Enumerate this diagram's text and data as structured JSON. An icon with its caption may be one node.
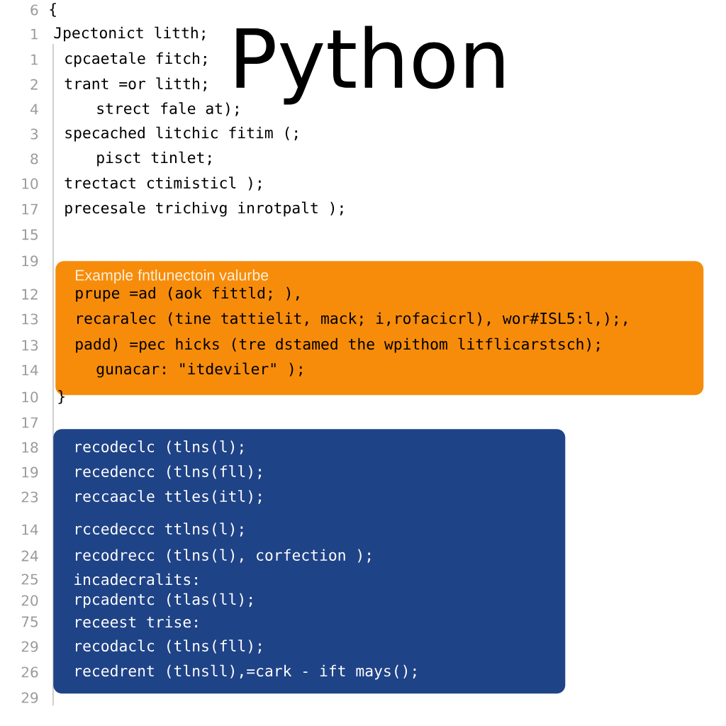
{
  "diagram": {
    "title": "Python",
    "nodes": [
      {
        "text": [
          "Example fntlunectoin valurbe",
          "prupe =ad (aok fittld; ),",
          "recaralec (tine tattielit, mack; i,rofacicrl), wor#ISL5:l,);,",
          "padd) =pec hicks (tre dstamed the wpithom litflicarstsch);",
          "gunacar: \"itdeviler\" );"
        ]
      },
      {
        "text": [
          "recodeclc (tlns(l);",
          "recedencc (tlns(fll);",
          "reccaacle ttles(itl);",
          "rccedeccc ttlns(l);",
          "recodrecc (tlns(l), corfection );",
          "incadecralits:",
          "rpcadentc (tlas(ll);",
          "receest trise:",
          "recodaclc (tlns(fll);",
          "recedrent (tlnsll),=cark - ift mays();"
        ]
      }
    ],
    "labels": [
      "6",
      "{",
      "1",
      "Jpectonict litth;",
      "1",
      "cpcaetale fitch;",
      "2",
      "trant =or litth;",
      "4",
      "strect fale at);",
      "3",
      "specached litchic fitim (;",
      "8",
      "pisct tinlet;",
      "10",
      "trectact ctimisticl );",
      "17",
      "precesale trichivg inrotpalt );",
      "15",
      "19",
      "12",
      "13",
      "13",
      "14",
      "10",
      "}",
      "17",
      "18",
      "19",
      "23",
      "14",
      "24",
      "25",
      "20",
      "75",
      "29",
      "26",
      "29"
    ]
  }
}
